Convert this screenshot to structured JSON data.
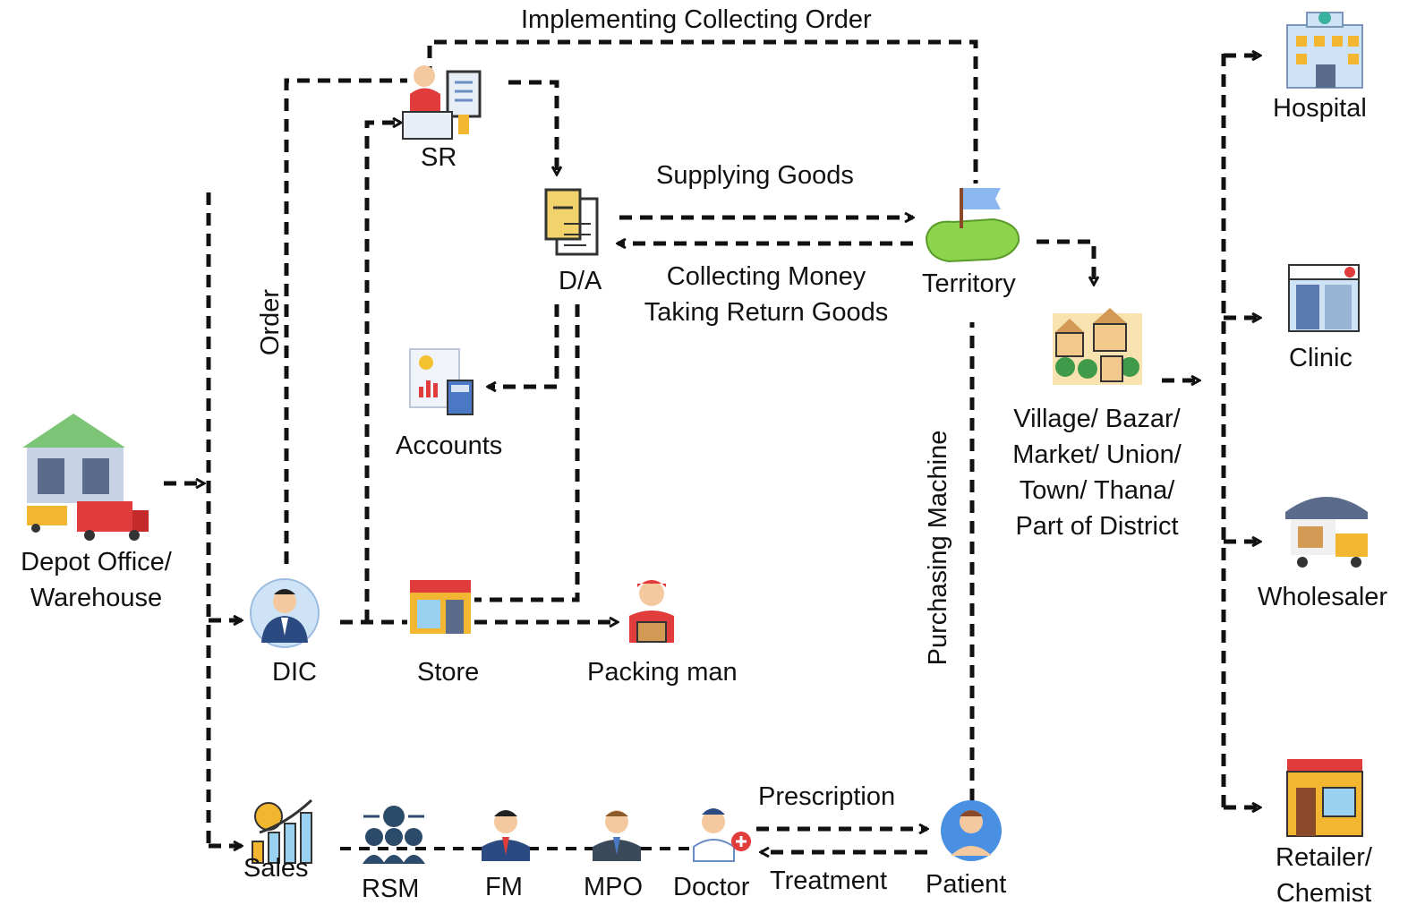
{
  "nodes": {
    "depot": [
      "Depot Office/",
      "Warehouse"
    ],
    "sr": "SR",
    "da": "D/A",
    "accounts": "Accounts",
    "dic": "DIC",
    "store": "Store",
    "packing": "Packing man",
    "territory": "Territory",
    "village": [
      "Village/ Bazar/",
      "Market/ Union/",
      "Town/ Thana/",
      "Part of District"
    ],
    "hospital": "Hospital",
    "clinic": "Clinic",
    "wholesaler": "Wholesaler",
    "retailer": [
      "Retailer/",
      "Chemist"
    ],
    "sales": "Sales",
    "rsm": "RSM",
    "fm": "FM",
    "mpo": "MPO",
    "doctor": "Doctor",
    "patient": "Patient"
  },
  "edges": {
    "implementing": "Implementing Collecting Order",
    "supplying": "Supplying Goods",
    "collecting": [
      "Collecting Money",
      "Taking Return Goods"
    ],
    "order": "Order",
    "purchasing": "Purchasing Machine",
    "prescription": "Prescription",
    "treatment": "Treatment"
  },
  "icons": {
    "depot": "warehouse-truck-icon",
    "sr": "cashier-icon",
    "da": "documents-icon",
    "accounts": "calculator-report-icon",
    "dic": "manager-avatar-icon",
    "store": "storefront-icon",
    "packing": "delivery-man-icon",
    "territory": "flag-island-icon",
    "village": "village-houses-icon",
    "hospital": "hospital-building-icon",
    "clinic": "clinic-building-icon",
    "wholesaler": "warehouse-truck-icon",
    "retailer": "shop-cart-icon",
    "sales": "sales-growth-icon",
    "rsm": "team-money-icon",
    "fm": "businessman-icon",
    "mpo": "businessman-icon",
    "doctor": "doctor-icon",
    "patient": "patient-avatar-icon"
  },
  "colors": {
    "line": "#111111"
  }
}
